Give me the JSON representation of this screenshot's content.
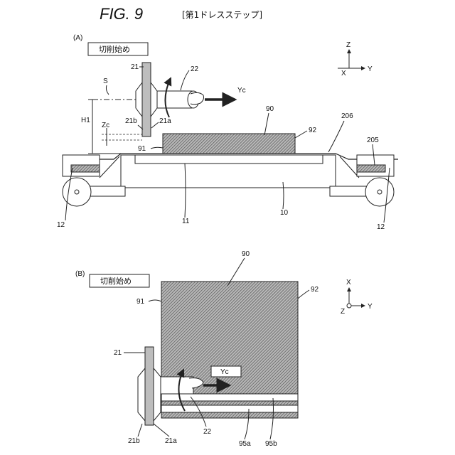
{
  "figure": {
    "title": "FIG. 9",
    "subtitle": "[第1ドレスステップ]"
  },
  "panel_a": {
    "label": "(A)",
    "stage_box": "切削始め",
    "axes": {
      "z": "Z",
      "x": "X",
      "y": "Y"
    },
    "labels": {
      "n21": "21",
      "n22": "22",
      "s": "S",
      "yc": "Yc",
      "h1": "H1",
      "zc": "Zc",
      "n21b": "21b",
      "n21a": "21a",
      "n90": "90",
      "n92": "92",
      "n206": "206",
      "n205": "205",
      "n91": "91",
      "n12_left": "12",
      "n12_right": "12",
      "n11": "11",
      "n10": "10"
    }
  },
  "panel_b": {
    "label": "(B)",
    "stage_box": "切削始め",
    "axes": {
      "x": "X",
      "z": "Z",
      "y": "Y"
    },
    "labels": {
      "n90": "90",
      "n91": "91",
      "n92": "92",
      "n21": "21",
      "yc": "Yc",
      "n21b": "21b",
      "n21a": "21a",
      "n22": "22",
      "n95a": "95a",
      "n95b": "95b"
    }
  },
  "colors": {
    "ink": "#222222",
    "hatch_fill": "#9a9a9a",
    "blade_fill": "#bdbdbd"
  }
}
